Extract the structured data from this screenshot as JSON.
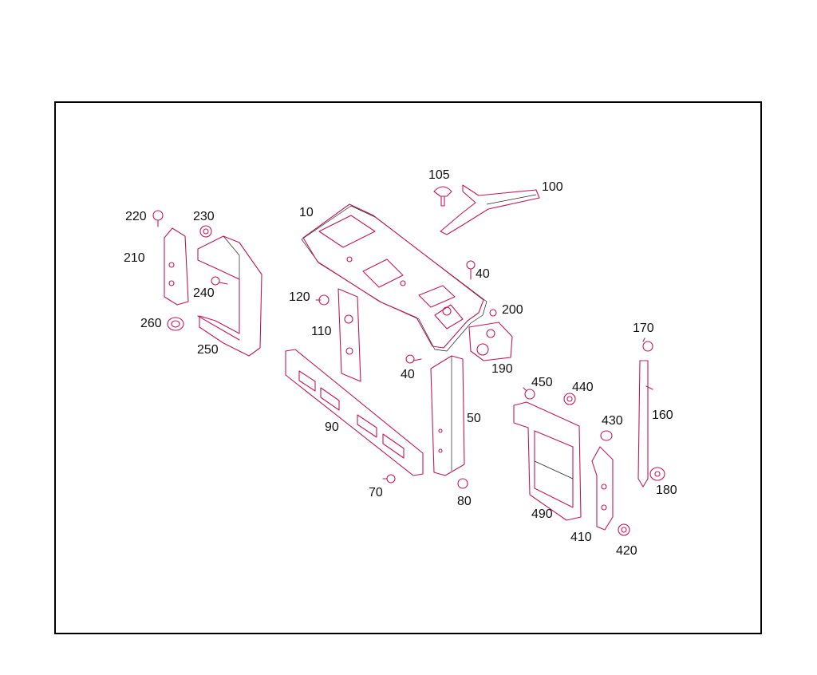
{
  "diagram": {
    "title": "",
    "colors": {
      "frame": "#000000",
      "parts_line": "#c2185b",
      "parts_shadow": "#222222",
      "label_text": "#111111",
      "background": "#ffffff"
    },
    "callouts": [
      "10",
      "40",
      "40",
      "50",
      "70",
      "80",
      "90",
      "100",
      "105",
      "110",
      "120",
      "160",
      "170",
      "180",
      "190",
      "200",
      "210",
      "220",
      "230",
      "240",
      "250",
      "260",
      "410",
      "420",
      "430",
      "440",
      "450",
      "490"
    ]
  }
}
